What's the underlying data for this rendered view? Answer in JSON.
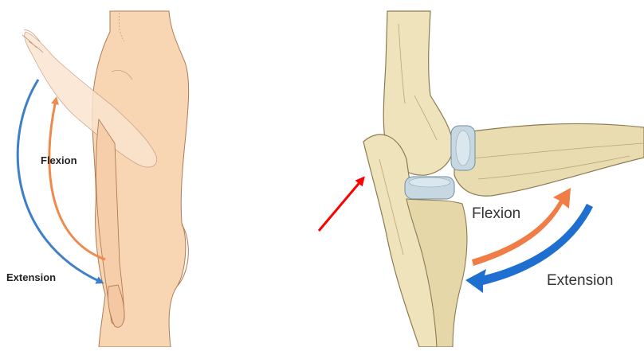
{
  "left_panel": {
    "flexion_label": "Flexion",
    "extension_label": "Extension",
    "flexion_color": "#ef8a4d",
    "extension_color": "#3f7fc9",
    "skin_color": "#f8d5b3"
  },
  "right_panel": {
    "flexion_label": "Flexion",
    "extension_label": "Extension",
    "flexion_color": "#ef7d45",
    "extension_color": "#1f6fd1",
    "bone_color": "#efe3bc",
    "cartilage_color": "#c7d8e2",
    "pointer_color": "#ff0000"
  }
}
